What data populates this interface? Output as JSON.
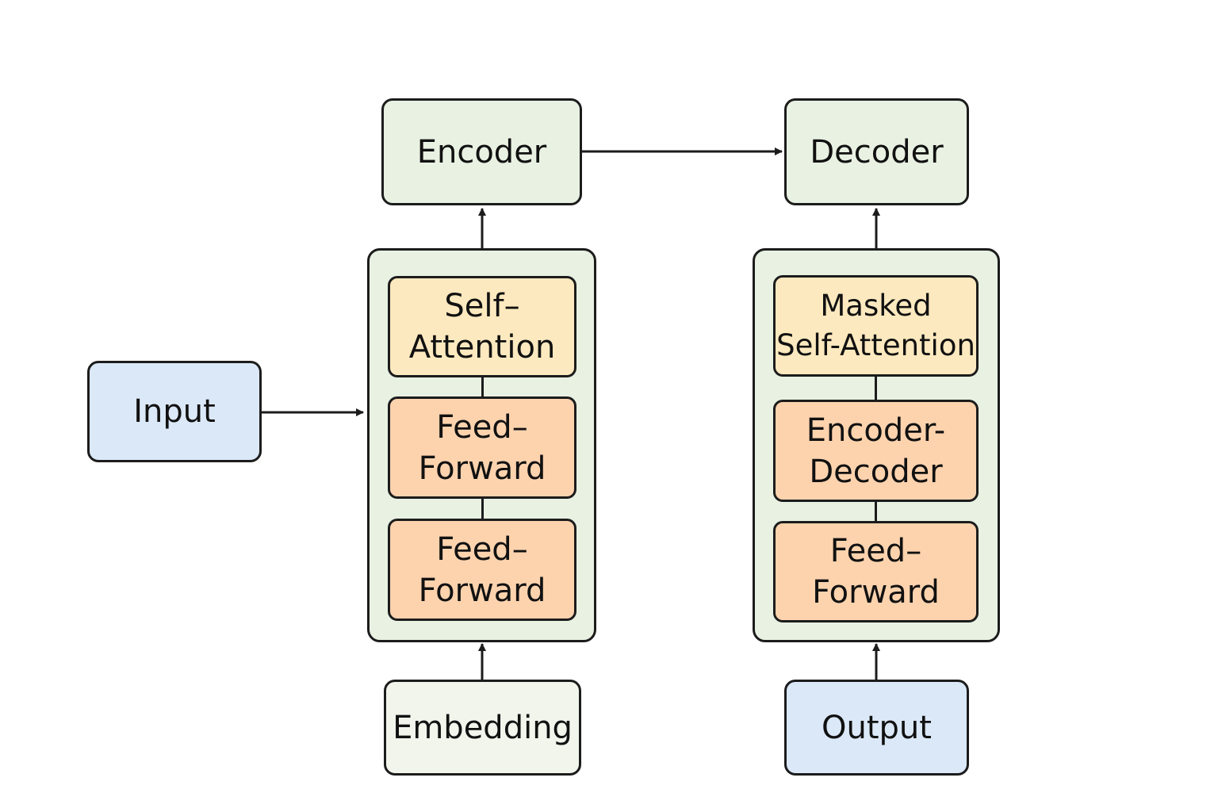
{
  "input": {
    "label": "Input"
  },
  "encoder": {
    "label": "Encoder"
  },
  "decoder": {
    "label": "Decoder"
  },
  "encoder_stack": {
    "blocks": [
      {
        "label": "Self–\nAttention"
      },
      {
        "label": "Feed–\nForward"
      },
      {
        "label": "Feed–\nForward"
      }
    ]
  },
  "decoder_stack": {
    "blocks": [
      {
        "label": "Masked\nSelf-Attention"
      },
      {
        "label": "Encoder-\nDecoder"
      },
      {
        "label": "Feed–\nForward"
      }
    ]
  },
  "embedding": {
    "label": "Embedding"
  },
  "output": {
    "label": "Output"
  },
  "colors": {
    "container_fill": "#e8f1e2",
    "attention_fill": "#fde9bf",
    "feedforward_fill": "#fdd3ae",
    "io_blue": "#dbe8f8",
    "embedding_fill": "#f1f5ec",
    "stroke": "#1c1c1c"
  }
}
